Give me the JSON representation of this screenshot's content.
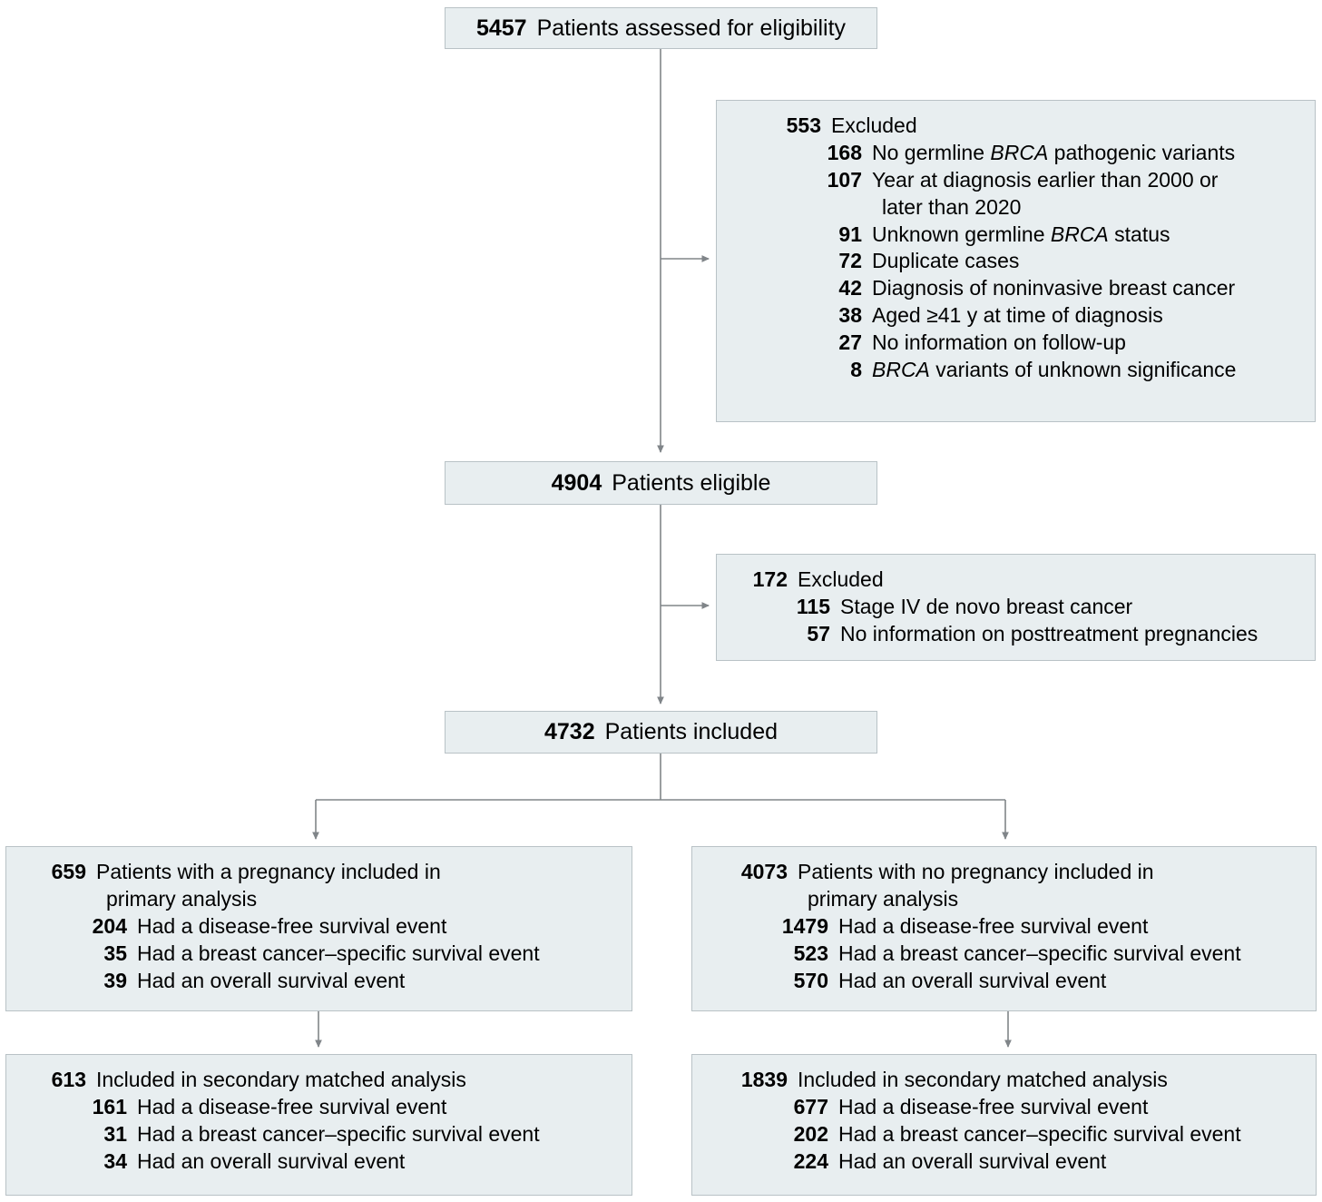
{
  "colors": {
    "box_fill": "#e8eef0",
    "box_border": "#b9c2c6",
    "connector": "#808589",
    "text": "#000000"
  },
  "nodes": {
    "assessed": {
      "count": "5457",
      "label": "Patients assessed for eligibility"
    },
    "excluded_1": {
      "count": "553",
      "label": "Excluded",
      "items": [
        {
          "count": "168",
          "text_before": "No germline ",
          "italic": "BRCA",
          "text_after": " pathogenic variants"
        },
        {
          "count": "107",
          "text_before": "Year at diagnosis earlier than 2000 or",
          "italic": "",
          "text_after": "",
          "continuation": "later than 2020"
        },
        {
          "count": "91",
          "text_before": "Unknown germline ",
          "italic": "BRCA",
          "text_after": " status"
        },
        {
          "count": "72",
          "text_before": "Duplicate cases",
          "italic": "",
          "text_after": ""
        },
        {
          "count": "42",
          "text_before": "Diagnosis of noninvasive breast cancer",
          "italic": "",
          "text_after": ""
        },
        {
          "count": "38",
          "text_before": "Aged ≥41 y at time of diagnosis",
          "italic": "",
          "text_after": ""
        },
        {
          "count": "27",
          "text_before": "No information on follow-up",
          "italic": "",
          "text_after": ""
        },
        {
          "count": "8",
          "text_before": "",
          "italic": "BRCA",
          "text_after": " variants of unknown significance"
        }
      ]
    },
    "eligible": {
      "count": "4904",
      "label": "Patients eligible"
    },
    "excluded_2": {
      "count": "172",
      "label": "Excluded",
      "items": [
        {
          "count": "115",
          "text_before": "Stage IV de novo breast cancer",
          "italic": "",
          "text_after": ""
        },
        {
          "count": "57",
          "text_before": "No information on posttreatment pregnancies",
          "italic": "",
          "text_after": ""
        }
      ]
    },
    "included": {
      "count": "4732",
      "label": "Patients included"
    },
    "pregnancy_primary": {
      "count": "659",
      "label": "Patients with a pregnancy included in",
      "label_continuation": "primary analysis",
      "items": [
        {
          "count": "204",
          "text": "Had a disease-free survival event"
        },
        {
          "count": "35",
          "text": "Had a breast cancer–specific survival event"
        },
        {
          "count": "39",
          "text": "Had an overall survival event"
        }
      ]
    },
    "no_pregnancy_primary": {
      "count": "4073",
      "label": "Patients with no pregnancy included in",
      "label_continuation": "primary analysis",
      "items": [
        {
          "count": "1479",
          "text": "Had a disease-free survival event"
        },
        {
          "count": "523",
          "text": "Had a breast cancer–specific survival event"
        },
        {
          "count": "570",
          "text": "Had an overall survival event"
        }
      ]
    },
    "pregnancy_secondary": {
      "count": "613",
      "label": "Included in secondary matched analysis",
      "items": [
        {
          "count": "161",
          "text": "Had a disease-free survival event"
        },
        {
          "count": "31",
          "text": "Had a breast cancer–specific survival event"
        },
        {
          "count": "34",
          "text": "Had an overall survival event"
        }
      ]
    },
    "no_pregnancy_secondary": {
      "count": "1839",
      "label": "Included in secondary matched analysis",
      "items": [
        {
          "count": "677",
          "text": "Had a disease-free survival event"
        },
        {
          "count": "202",
          "text": "Had a breast cancer–specific survival event"
        },
        {
          "count": "224",
          "text": "Had an overall survival event"
        }
      ]
    }
  }
}
